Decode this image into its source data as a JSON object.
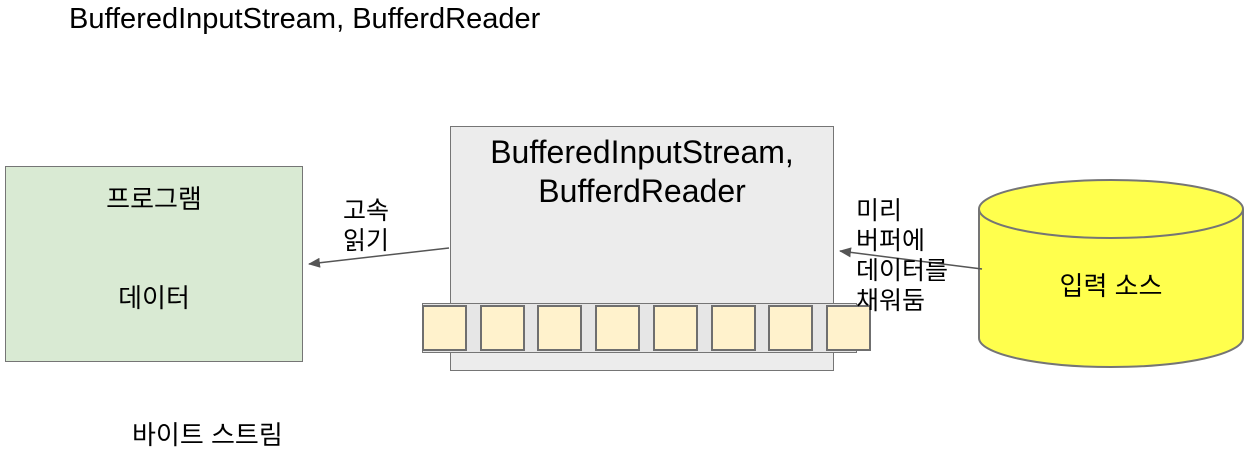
{
  "title": "BufferedInputStream, BufferdReader",
  "program_box": {
    "title": "프로그램",
    "content": "데이터"
  },
  "buffer_box": {
    "title": "BufferedInputStream,\nBufferdReader",
    "cell_count": 8
  },
  "input_source": {
    "label": "입력 소스"
  },
  "arrows": {
    "fast_read": {
      "label": "고속\n읽기",
      "direction": "buffer-to-program"
    },
    "prefetch": {
      "label": "미리\n버퍼에\n데이터를\n채워둠",
      "direction": "source-to-buffer"
    }
  },
  "footer": {
    "label": "바이트 스트림"
  },
  "colors": {
    "program_box_fill": "#d9ead3",
    "buffer_box_fill": "#ececec",
    "buffer_cell_fill": "#fff2cc",
    "cylinder_fill": "#ffff4d",
    "border": "#757575",
    "arrow": "#555555",
    "text": "#000000"
  }
}
